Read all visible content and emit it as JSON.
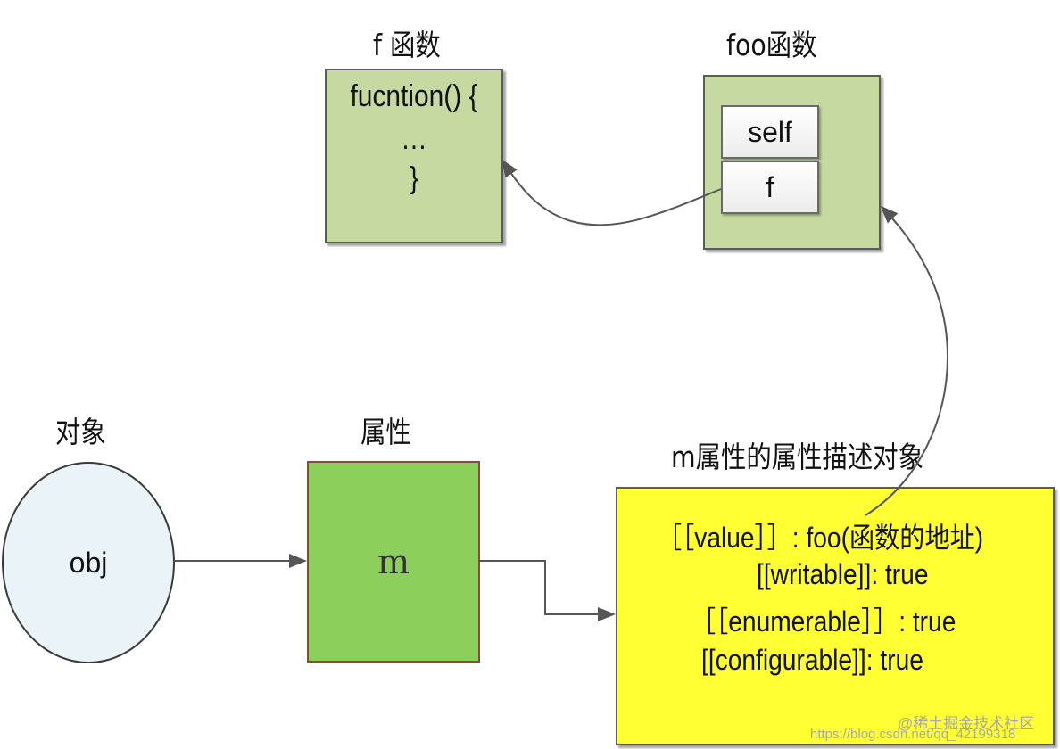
{
  "labels": {
    "f_function": "f 函数",
    "foo_function": "foo函数",
    "object": "对象",
    "property": "属性",
    "descriptor": "m属性的属性描述对象"
  },
  "f_box": {
    "lines": [
      "fucntion() {",
      "…",
      "}"
    ]
  },
  "foo_box": {
    "slots": [
      "self",
      "f"
    ]
  },
  "obj_node": {
    "label": "obj"
  },
  "m_node": {
    "label": "m"
  },
  "descriptor_box": {
    "lines": [
      "［［value］］:  foo(函数的地址)",
      "[[writable]]: true",
      "［［enumerable］］:  true",
      "[[configurable]]:  true"
    ]
  },
  "watermark": {
    "line1": "@稀土掘金技术社区",
    "line2": "https://blog.csdn.net/qq_42199318"
  },
  "colors": {
    "function_box": "#c6d9a1",
    "object_fill": "#e9f3f8",
    "property_fill": "#8cd05b",
    "descriptor_fill": "#ffff33",
    "arrow": "#555555"
  }
}
